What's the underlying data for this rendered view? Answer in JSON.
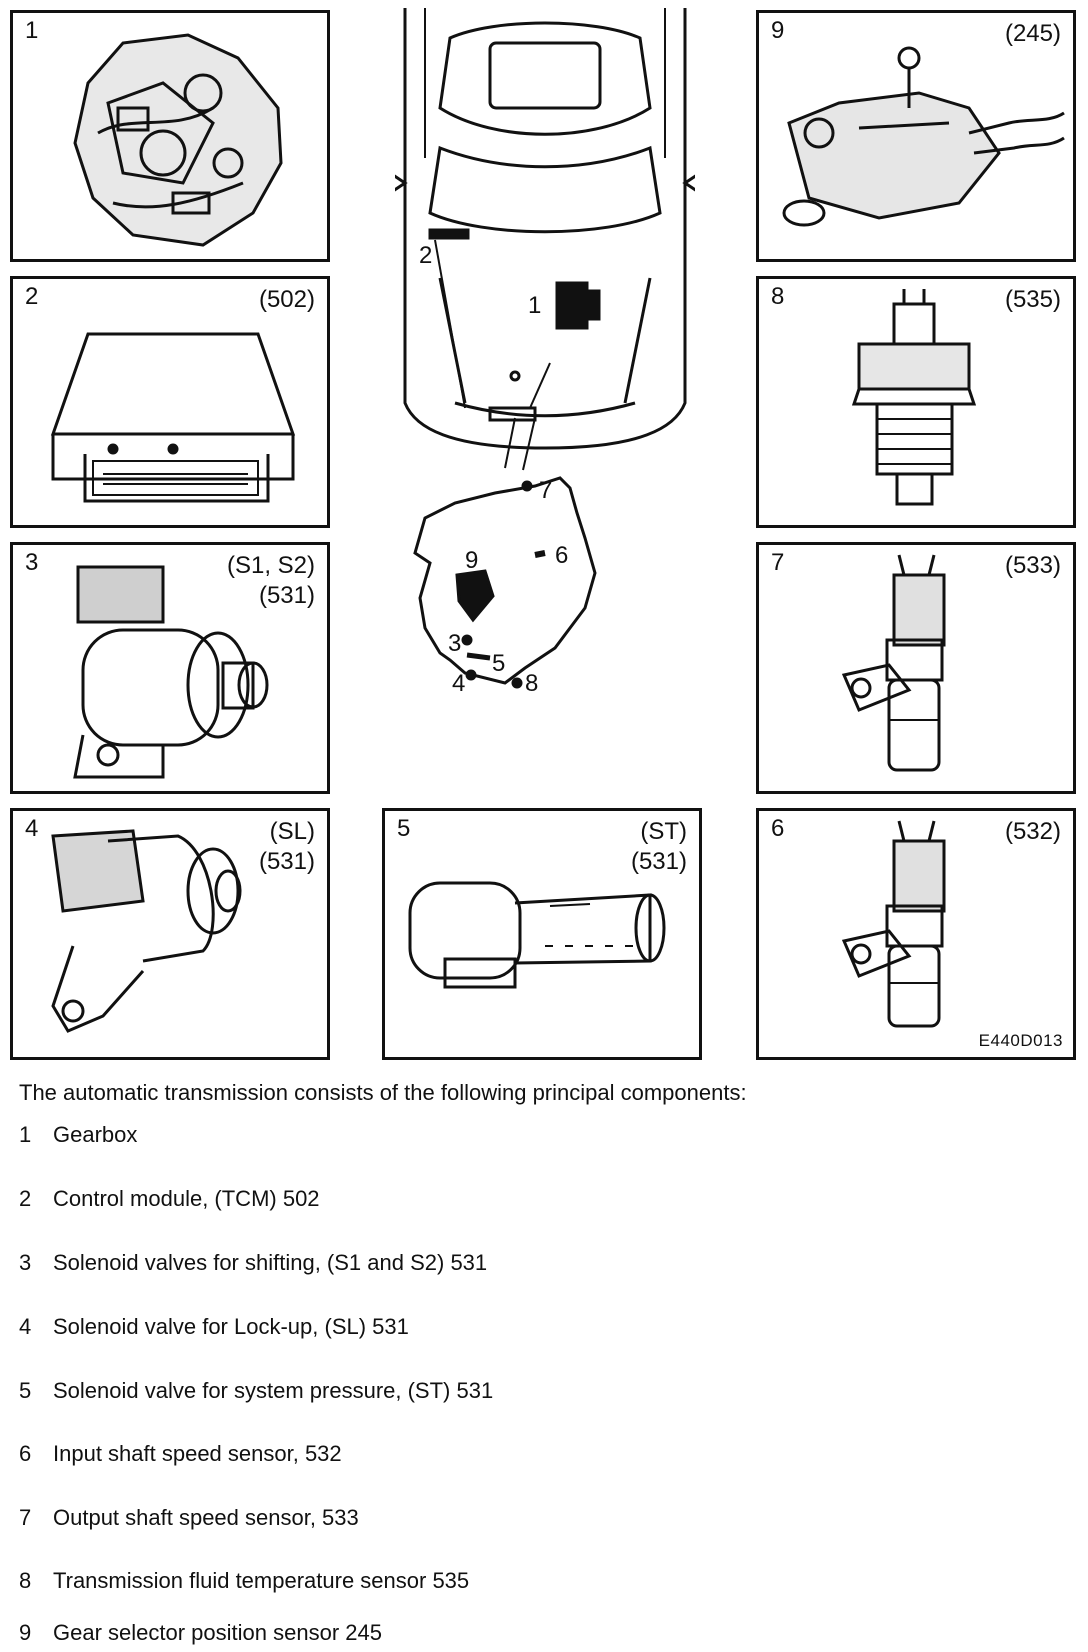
{
  "panels": {
    "p1": {
      "number": "1",
      "code": ""
    },
    "p2": {
      "number": "2",
      "code": "(502)"
    },
    "p3": {
      "number": "3",
      "code_line1": "(S1, S2)",
      "code_line2": "(531)"
    },
    "p4": {
      "number": "4",
      "code_line1": "(SL)",
      "code_line2": "(531)"
    },
    "p5": {
      "number": "5",
      "code_line1": "(ST)",
      "code_line2": "(531)"
    },
    "p6": {
      "number": "6",
      "code": "(532)"
    },
    "p7": {
      "number": "7",
      "code": "(533)"
    },
    "p8": {
      "number": "8",
      "code": "(535)"
    },
    "p9": {
      "number": "9",
      "code": "(245)"
    }
  },
  "center": {
    "car_labels": [
      "2",
      "1"
    ],
    "gearbox_labels": [
      "7",
      "6",
      "9",
      "3",
      "5",
      "4",
      "8"
    ]
  },
  "figure_id": "E440D013",
  "intro": "The automatic transmission consists of the following principal components:",
  "components": [
    {
      "num": "1",
      "text": "Gearbox"
    },
    {
      "num": "2",
      "text": "Control module, (TCM) 502"
    },
    {
      "num": "3",
      "text": "Solenoid valves for shifting, (S1 and S2) 531"
    },
    {
      "num": "4",
      "text": "Solenoid valve for Lock-up, (SL) 531"
    },
    {
      "num": "5",
      "text": "Solenoid valve for system pressure, (ST) 531"
    },
    {
      "num": "6",
      "text": "Input shaft speed sensor, 532"
    },
    {
      "num": "7",
      "text": "Output shaft speed sensor, 533"
    },
    {
      "num": "8",
      "text": "Transmission fluid temperature sensor 535"
    },
    {
      "num": "9",
      "text": "Gear selector position sensor 245"
    }
  ]
}
